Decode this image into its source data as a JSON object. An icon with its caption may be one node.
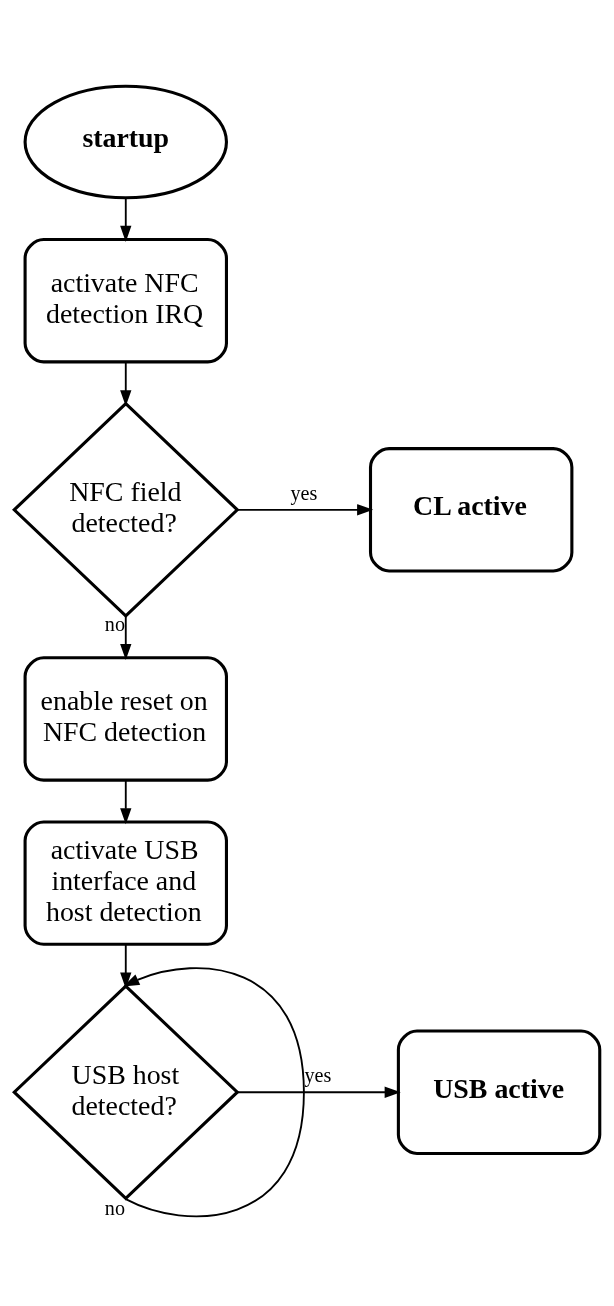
{
  "diagram": {
    "nodes": [
      {
        "text": [
          "startup"
        ]
      },
      {
        "text": [
          "activate NFC detection IRQ"
        ]
      },
      {
        "text": [
          "NFC field detected?"
        ]
      },
      {
        "text": [
          "CL active"
        ]
      },
      {
        "text": [
          "enable reset on NFC detection"
        ]
      },
      {
        "text": [
          "activate USB interface and host detection"
        ]
      },
      {
        "text": [
          "USB host detected?"
        ]
      },
      {
        "text": [
          "USB active"
        ]
      }
    ],
    "edges": [
      {
        "from": 0,
        "to": 1,
        "arrow": "to"
      },
      {
        "from": 1,
        "to": 2,
        "arrow": "to"
      },
      {
        "from": 2,
        "to": 3,
        "arrow": "to",
        "label": "yes"
      },
      {
        "from": 2,
        "to": 4,
        "arrow": "to",
        "label": "no"
      },
      {
        "from": 4,
        "to": 5,
        "arrow": "to"
      },
      {
        "from": 5,
        "to": 6,
        "arrow": "to"
      },
      {
        "from": 6,
        "to": 7,
        "arrow": "to",
        "label": "yes"
      },
      {
        "from": 6,
        "to": 6,
        "arrow": "to",
        "label": "no"
      }
    ]
  }
}
